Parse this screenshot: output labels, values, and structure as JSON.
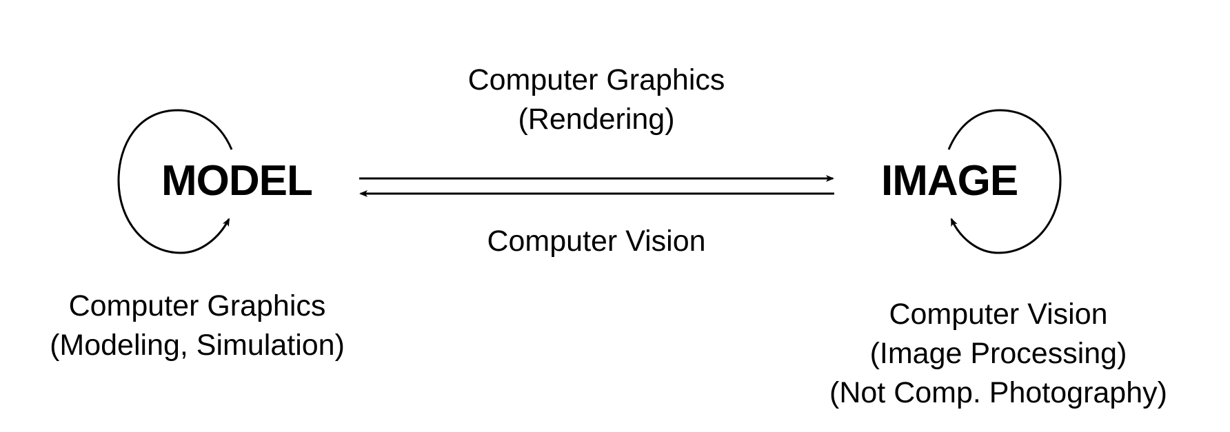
{
  "nodes": {
    "model": "MODEL",
    "image": "IMAGE"
  },
  "labels": {
    "graphics_rendering": {
      "line1": "Computer Graphics",
      "line2": "(Rendering)"
    },
    "vision_arrow": "Computer Vision",
    "model_loop": {
      "line1": "Computer Graphics",
      "line2": "(Modeling, Simulation)"
    },
    "image_loop": {
      "line1": "Computer Vision",
      "line2": "(Image Processing)",
      "line3": "(Not Comp. Photography)"
    }
  },
  "colors": {
    "ink": "#000000",
    "background": "#ffffff"
  }
}
